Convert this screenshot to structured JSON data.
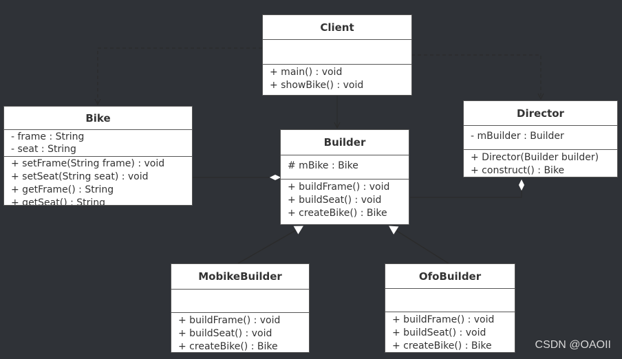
{
  "classes": {
    "client": {
      "name": "Client",
      "attributes": [],
      "methods": [
        "+ main() : void",
        "+ showBike() : void"
      ]
    },
    "bike": {
      "name": "Bike",
      "attributes": [
        "- frame : String",
        "- seat : String"
      ],
      "methods": [
        "+ setFrame(String frame) : void",
        "+ setSeat(String seat) : void",
        "+ getFrame() : String",
        "+ getSeat() : String"
      ]
    },
    "builder": {
      "name": "Builder",
      "attributes": [
        "# mBike : Bike"
      ],
      "methods": [
        "+ buildFrame() : void",
        "+ buildSeat() : void",
        "+ createBike() : Bike"
      ]
    },
    "director": {
      "name": "Director",
      "attributes": [
        "- mBuilder : Builder"
      ],
      "methods": [
        "+ Director(Builder builder)",
        "+ construct() : Bike"
      ]
    },
    "mobike": {
      "name": "MobikeBuilder",
      "attributes": [],
      "methods": [
        "+ buildFrame() : void",
        "+ buildSeat() : void",
        "+ createBike() : Bike"
      ]
    },
    "ofo": {
      "name": "OfoBuilder",
      "attributes": [],
      "methods": [
        "+ buildFrame() : void",
        "+ buildSeat() : void",
        "+ createBike() : Bike"
      ]
    }
  },
  "watermark": "CSDN @OAOII",
  "colors": {
    "background": "#2f3237",
    "line": "#2b2b2b",
    "box": "#ffffff"
  }
}
